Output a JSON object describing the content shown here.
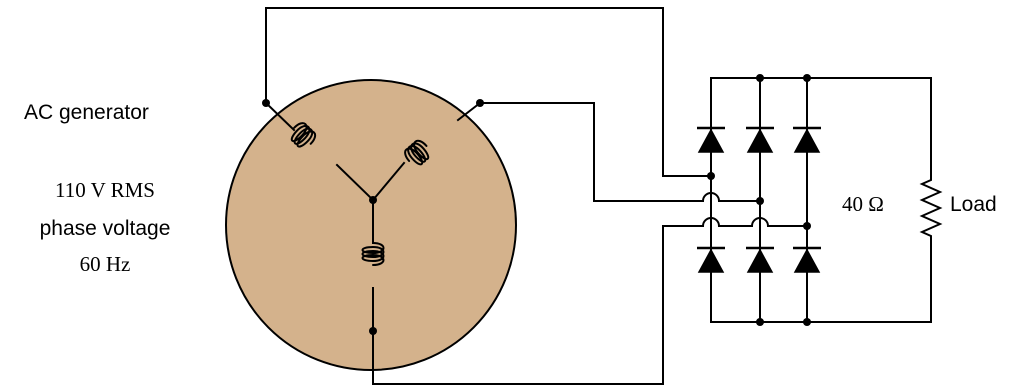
{
  "labels": {
    "generator": "AC generator",
    "voltage_line1": "110 V RMS",
    "voltage_line2": "phase voltage",
    "frequency": "60 Hz",
    "resistance": "40 Ω",
    "load": "Load"
  },
  "colors": {
    "generator_fill": "#d4b28c",
    "line": "#000000"
  }
}
